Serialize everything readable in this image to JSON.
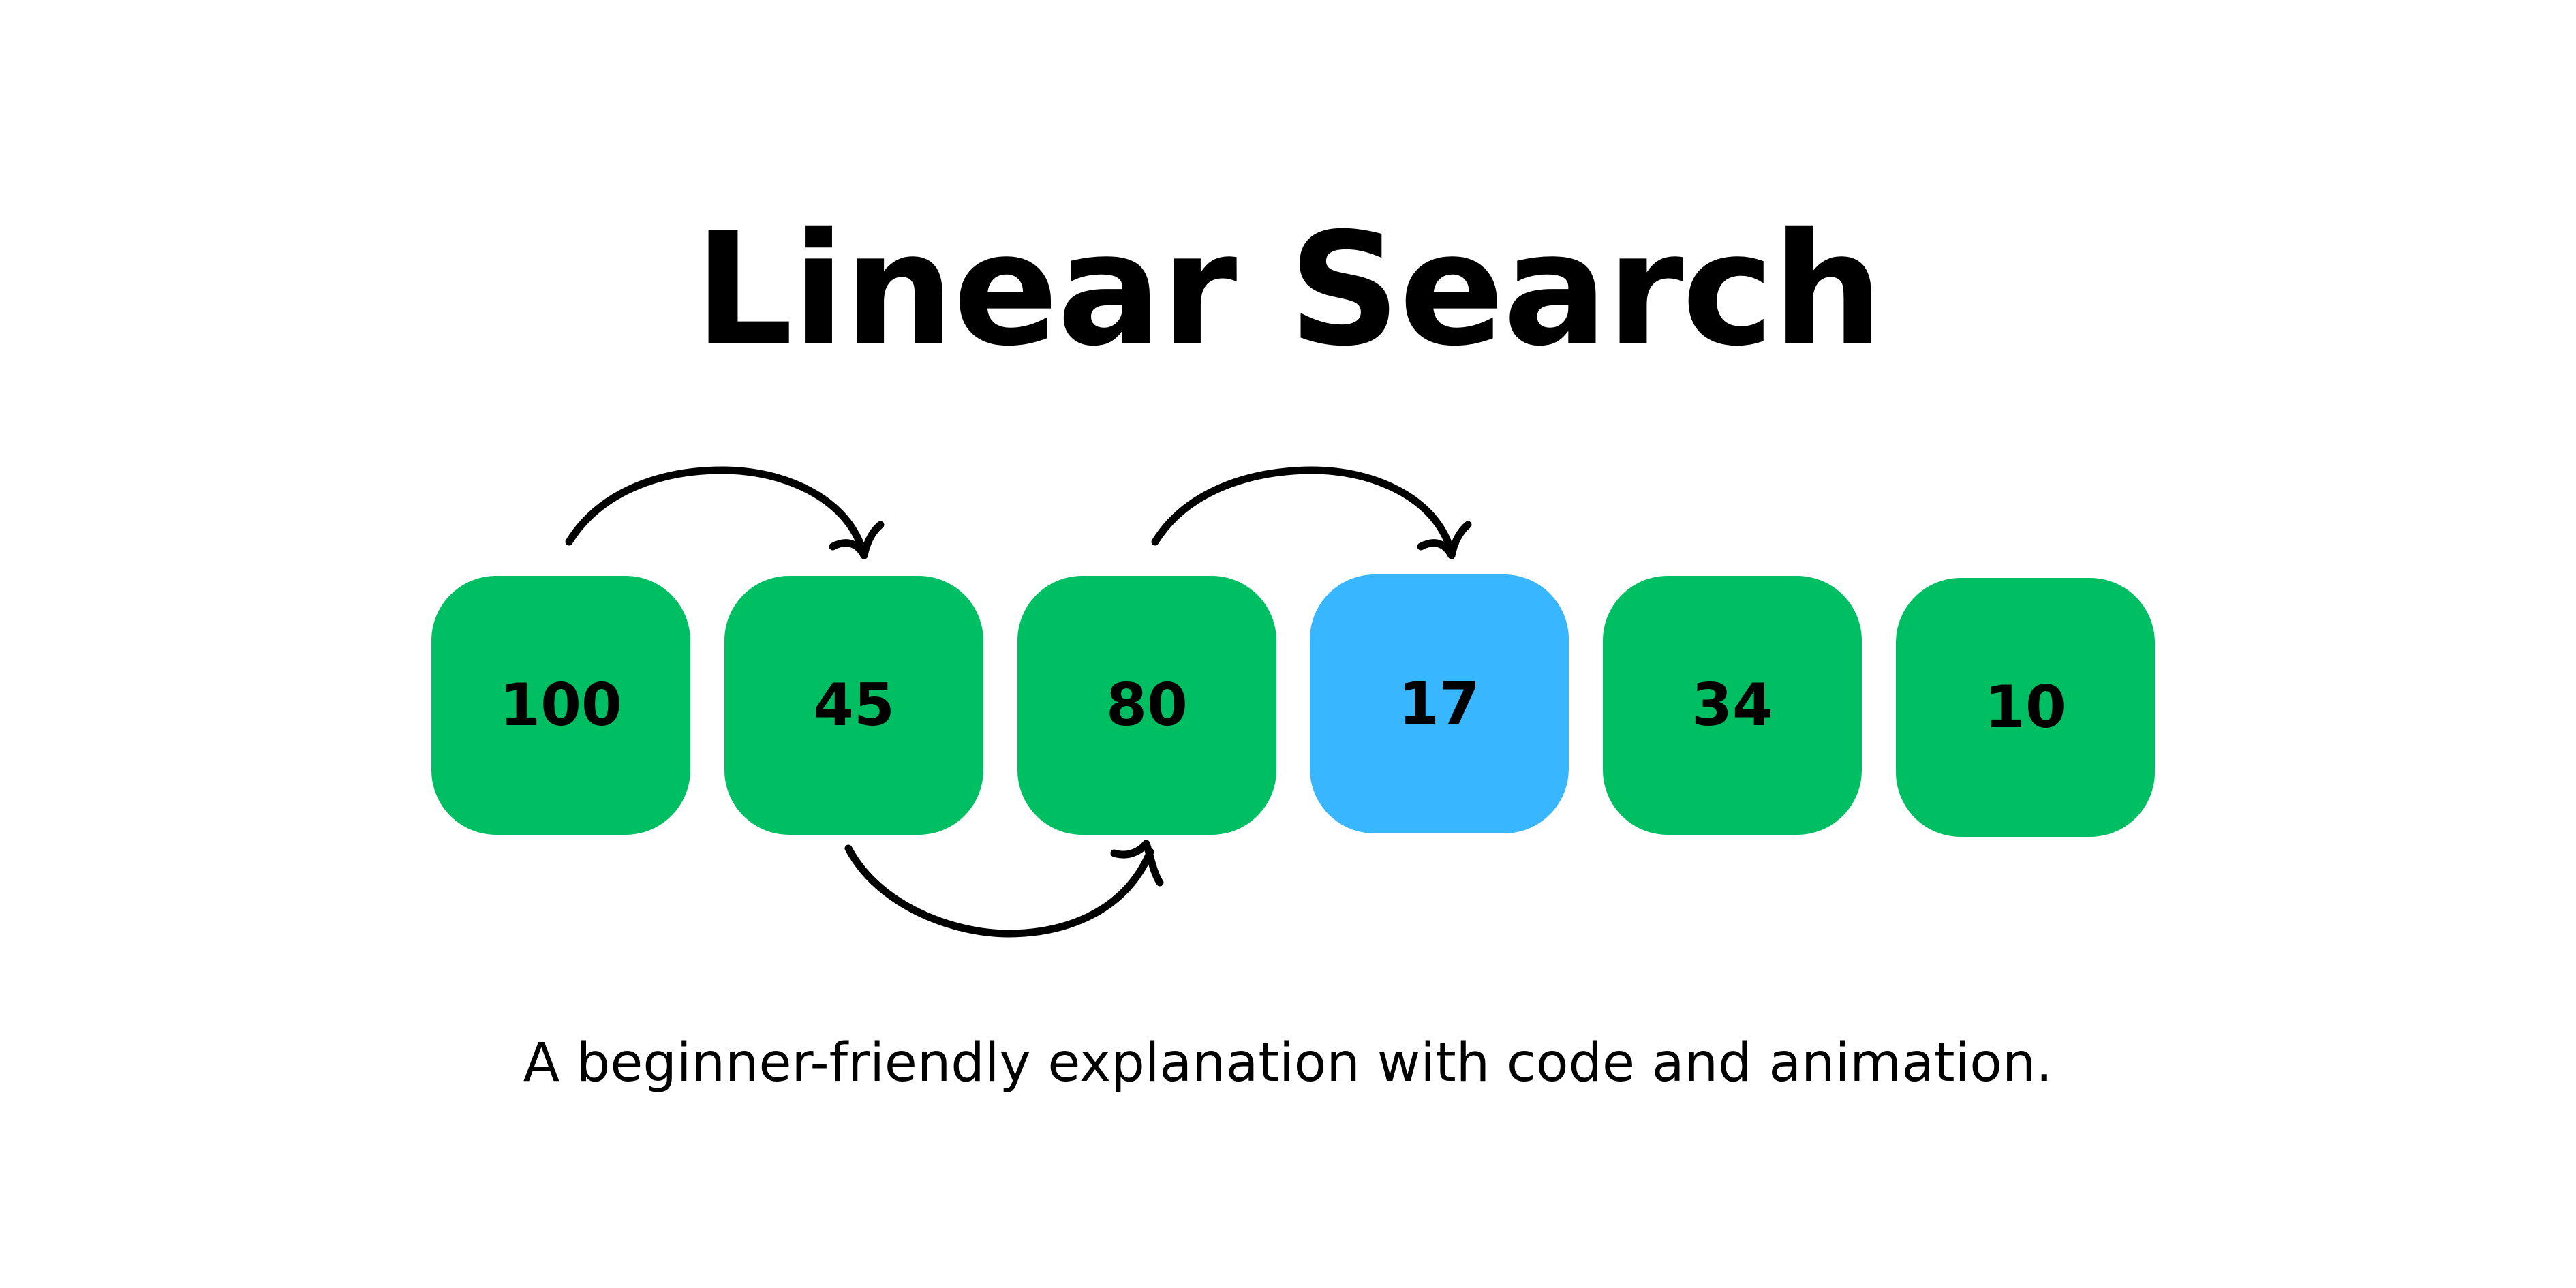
{
  "title": "Linear Search",
  "subtitle": "A beginner-friendly explanation with code and animation.",
  "colors": {
    "default_cell": "#00bf63",
    "highlight_cell": "#38b6ff",
    "background": "#ffffff",
    "text": "#000000"
  },
  "array": [
    {
      "value": "100",
      "state": "default"
    },
    {
      "value": "45",
      "state": "default"
    },
    {
      "value": "80",
      "state": "default"
    },
    {
      "value": "17",
      "state": "highlight"
    },
    {
      "value": "34",
      "state": "default"
    },
    {
      "value": "10",
      "state": "default"
    }
  ],
  "arrows": [
    {
      "from": 0,
      "to": 1,
      "side": "top"
    },
    {
      "from": 1,
      "to": 2,
      "side": "bottom"
    },
    {
      "from": 2,
      "to": 3,
      "side": "top"
    }
  ]
}
